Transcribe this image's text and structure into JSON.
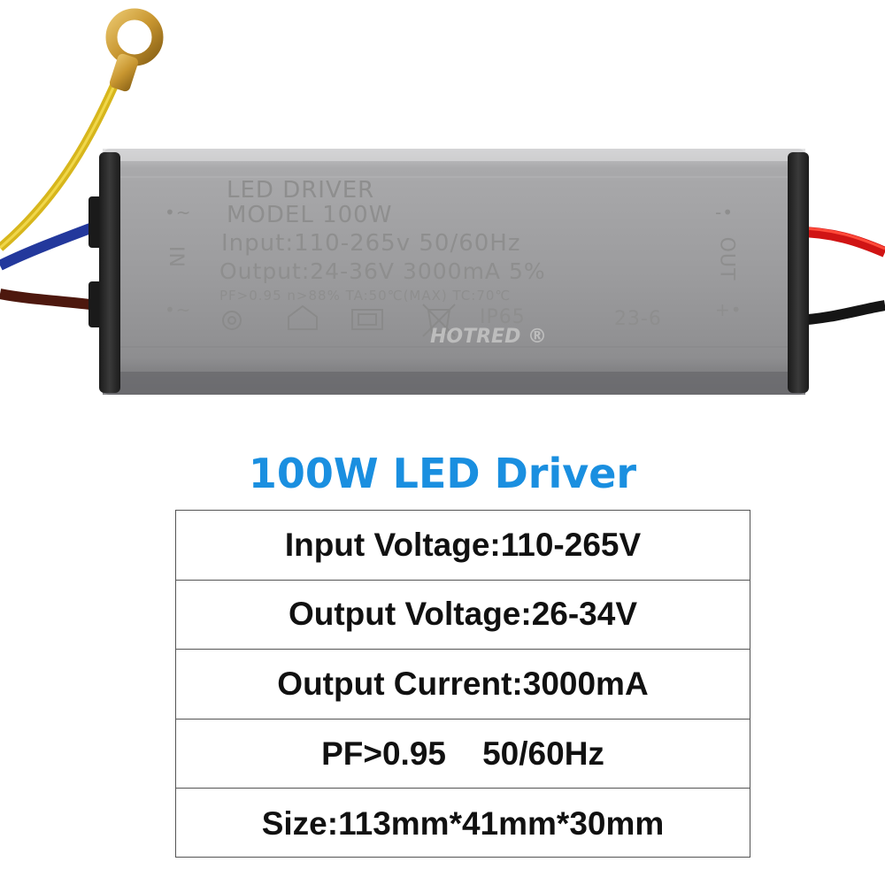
{
  "product_label": {
    "line1": "LED DRIVER",
    "line2": "MODEL    100W",
    "line3": "Input:110-265v   50/60Hz",
    "line4": "Output:24-36V    3000mA    5%",
    "line5": "PF>0.95  n>88%   TA:50℃(MAX)   TC:70℃",
    "ip_rating": "IP65",
    "date_code": "23-6",
    "in_label": "IN",
    "out_label": "OUT",
    "in_top_symbol": "•~",
    "in_bottom_symbol": "•~",
    "out_top_symbol": "-•",
    "out_bottom_symbol": "+•",
    "watermark": "HOTRED ®"
  },
  "title": "100W LED Driver",
  "specs": [
    "Input Voltage:110-265V",
    "Output Voltage:26-34V",
    "Output Current:3000mA",
    "PF>0.95    50/60Hz",
    "Size:113mm*41mm*30mm"
  ],
  "colors": {
    "title": "#1a8fe0",
    "housing": "#9a9a9c",
    "wire_yellow": "#e3c21f",
    "wire_blue": "#2a3fa8",
    "wire_brown": "#5a1e12",
    "wire_red": "#d81818",
    "wire_black": "#1a1a1a"
  },
  "icons": [
    "safety-icon",
    "indoor-use-icon",
    "double-insulation-icon",
    "weee-bin-icon",
    "terminal-ring-icon"
  ]
}
